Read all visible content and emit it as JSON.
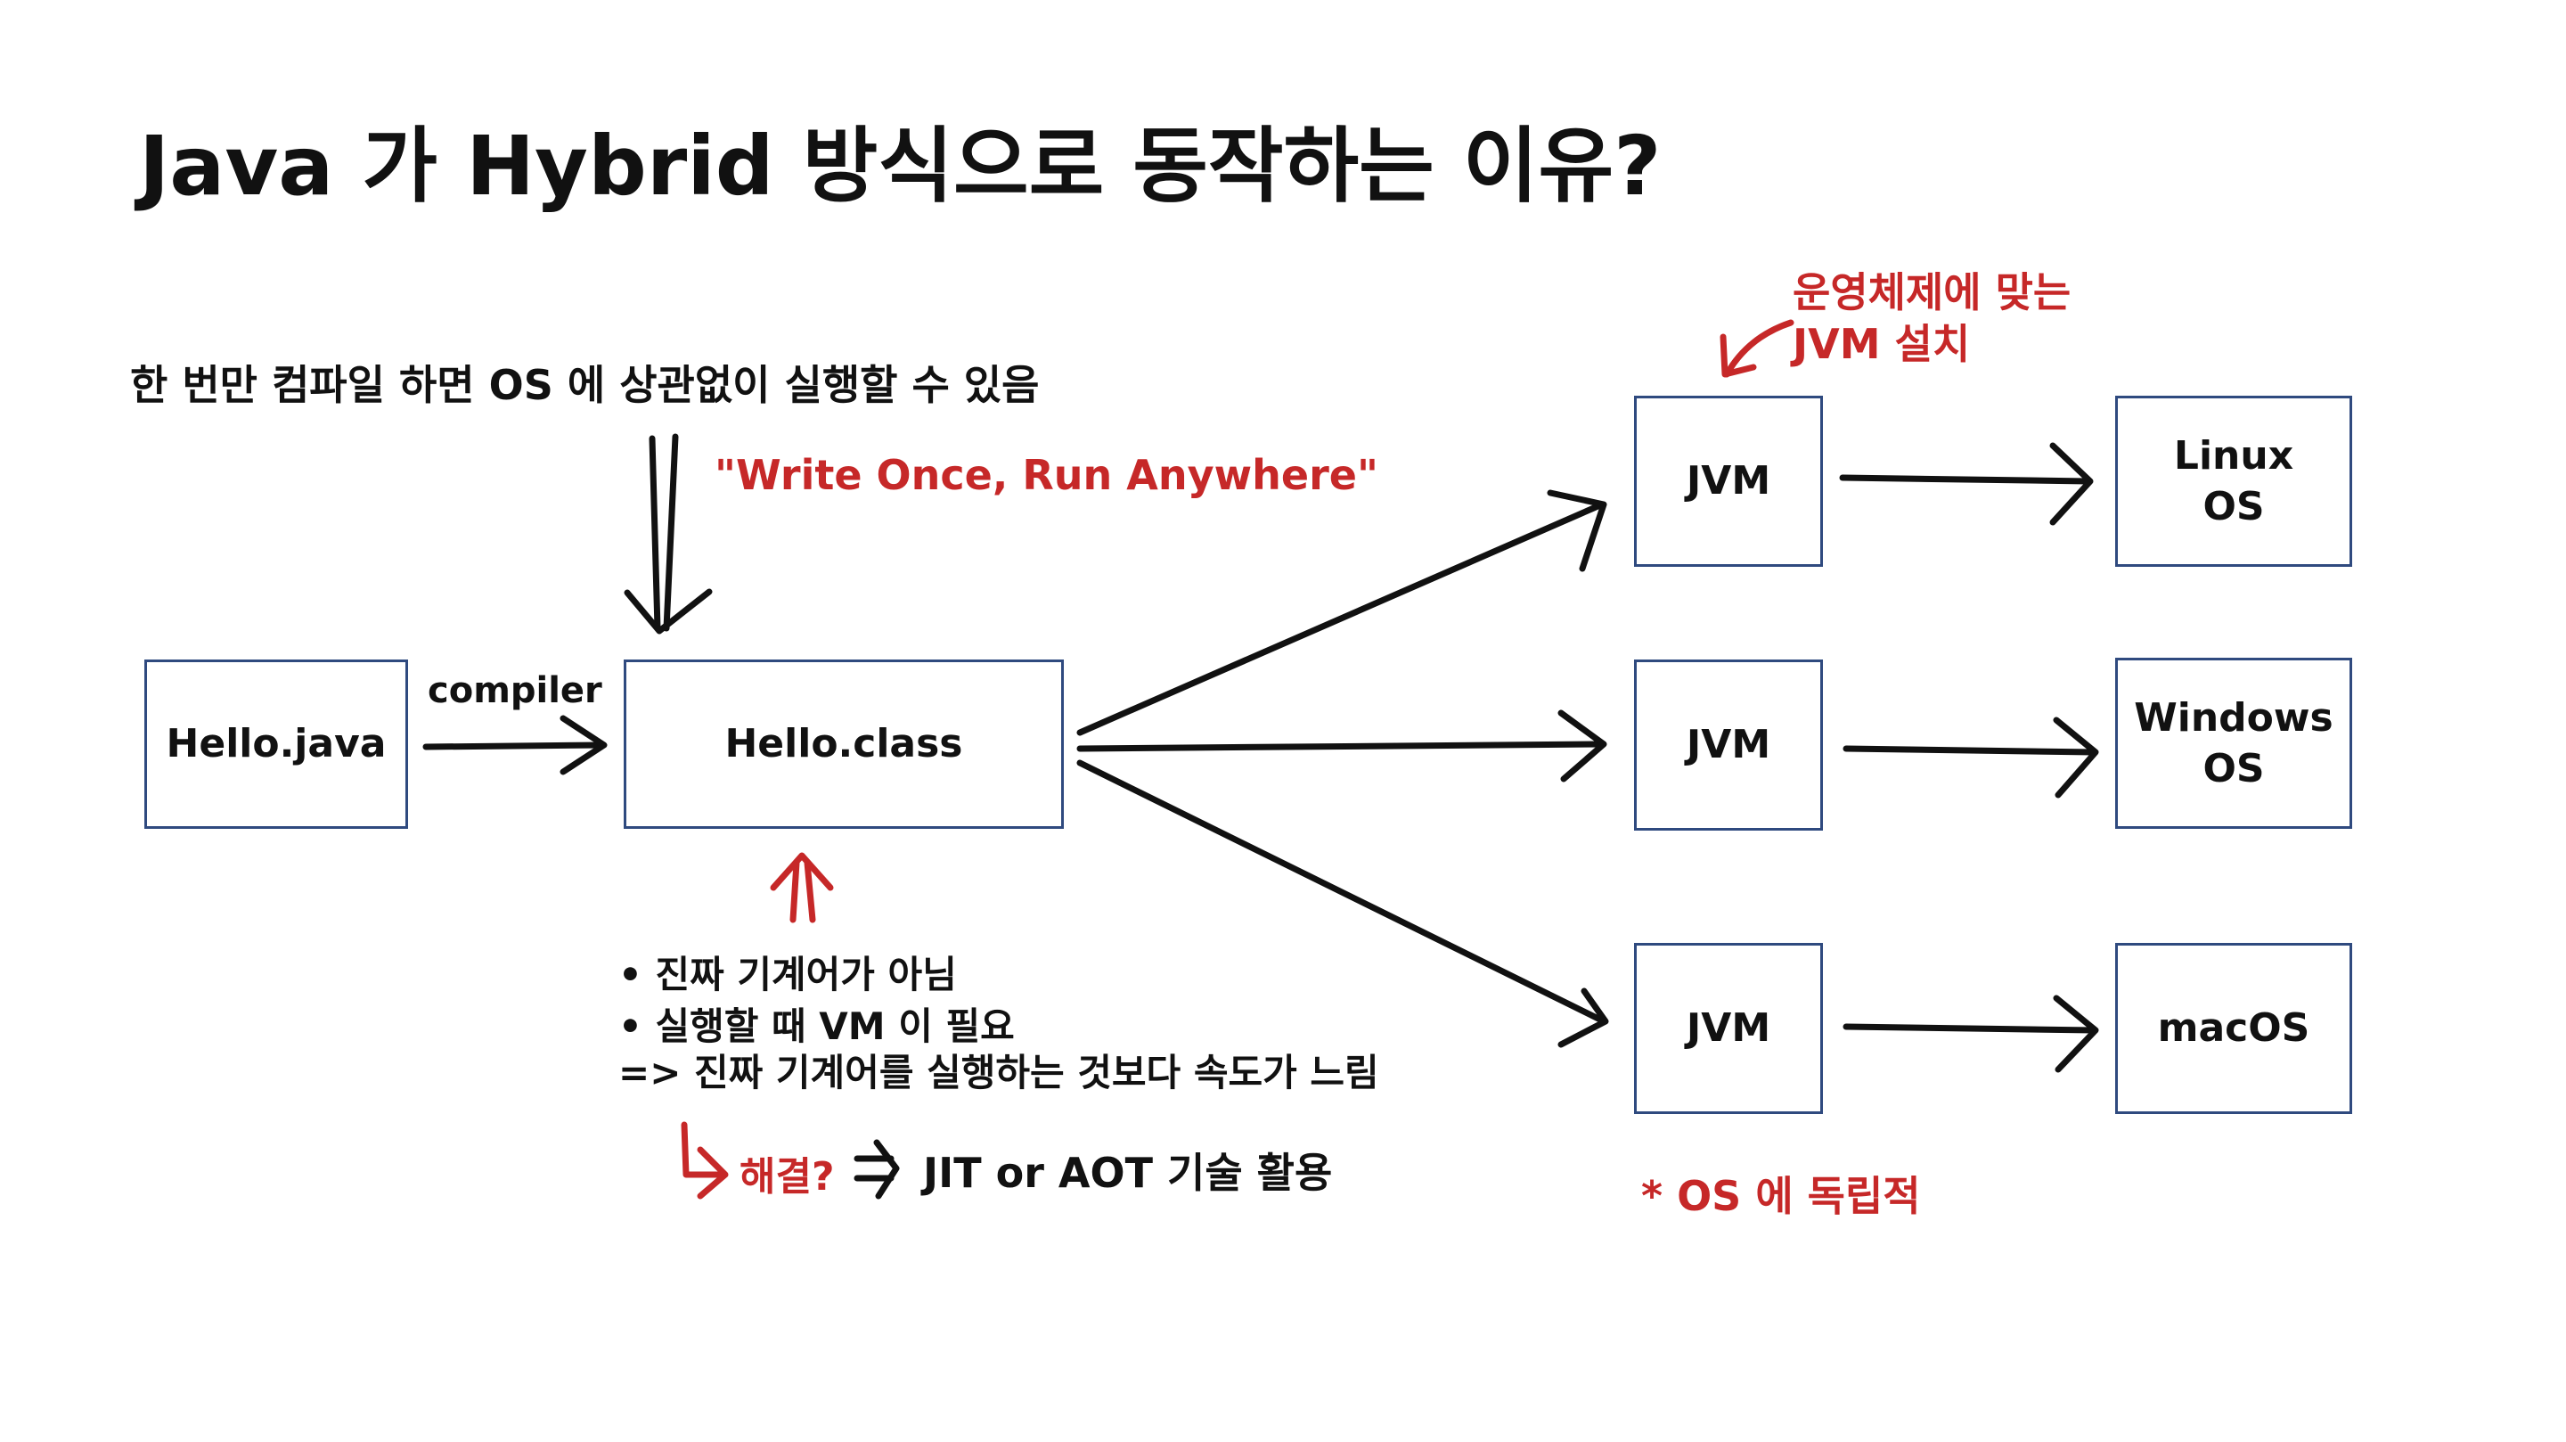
{
  "title": "Java 가 Hybrid 방식으로 동작하는 이유?",
  "compile_once_note": "한 번만 컴파일 하면 OS 에 상관없이 실행할 수 있음",
  "slogan": "\"Write Once, Run Anywhere\"",
  "compiler_label": "compiler",
  "nodes": {
    "source": "Hello.java",
    "bytecode": "Hello.class",
    "jvm1": "JVM",
    "jvm2": "JVM",
    "jvm3": "JVM",
    "os1": "Linux\nOS",
    "os2": "Windows\nOS",
    "os3": "macOS"
  },
  "jvm_note_line1": "운영체제에 맞는",
  "jvm_note_line2": "JVM 설치",
  "drawbacks": [
    "• 진짜 기계어가 아님",
    "• 실행할 때 VM 이 필요"
  ],
  "drawback_conclusion": "=> 진짜 기계어를 실행하는 것보다 속도가 느림",
  "solution_label": "해결?",
  "solution_text": "JIT or AOT 기술 활용",
  "os_independent_note": "* OS 에 독립적",
  "colors": {
    "accent_red": "#c62828",
    "box_border": "#2f4a7f",
    "text": "#111111"
  }
}
